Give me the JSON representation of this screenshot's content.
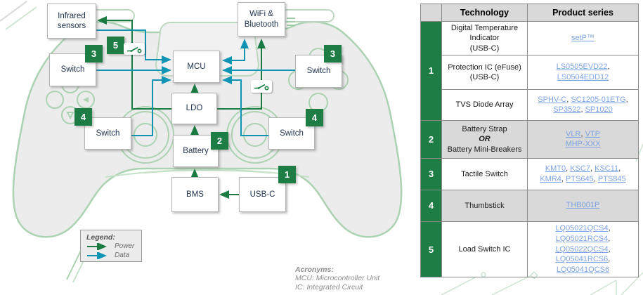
{
  "diagram": {
    "boxes": {
      "infrared": "Infrared sensors",
      "wifi": "WiFi & Bluetooth",
      "mcu": "MCU",
      "ldo": "LDO",
      "battery": "Battery",
      "bms": "BMS",
      "usbc": "USB-C",
      "switch": "Switch"
    },
    "badges": {
      "n1": "1",
      "n2": "2",
      "n3": "3",
      "n4": "4",
      "n5": "5"
    },
    "legend": {
      "title": "Legend:",
      "power_label": "Power",
      "data_label": "Data"
    },
    "acronyms": {
      "title": "Acronyms:",
      "mcu": "MCU: Microcontroller Unit",
      "ic": "IC: Integrated Circuit"
    },
    "colors": {
      "power": "#1a7a42",
      "data": "#1094b4",
      "badge_green": "#1e7d45",
      "link_blue": "#7ea4e3"
    }
  },
  "table": {
    "header": {
      "technology": "Technology",
      "product_series": "Product series"
    },
    "rows": [
      {
        "num": "1",
        "span": 3,
        "tech": [
          "Digital Temperature",
          "Indicator",
          "(USB-C)"
        ],
        "products": [
          [
            "setP™"
          ]
        ]
      },
      {
        "tech": [
          "Protection IC (eFuse)",
          "(USB-C)"
        ],
        "products": [
          [
            "LS0505EVD22"
          ],
          [
            "LS0504EDD12"
          ]
        ]
      },
      {
        "tech": [
          "TVS Diode Array"
        ],
        "products": [
          [
            "SPHV-C",
            "SC1205-01ETG"
          ],
          [
            "SP3522",
            "SP1020"
          ]
        ]
      },
      {
        "num": "2",
        "span": 1,
        "shade": true,
        "trailing_comma": false,
        "tech": [
          "Battery Strap",
          "OR",
          "Battery Mini-Breakers"
        ],
        "products": [
          [
            "VLR",
            "VTP"
          ],
          [
            "MHP-XXX"
          ]
        ]
      },
      {
        "num": "3",
        "span": 1,
        "tech": [
          "Tactile Switch"
        ],
        "products": [
          [
            "KMT0",
            "KSC7",
            "KSC11"
          ],
          [
            "KMR4",
            "PTS645",
            "PTS845"
          ]
        ]
      },
      {
        "num": "4",
        "span": 1,
        "shade": true,
        "tech": [
          "Thumbstick"
        ],
        "products": [
          [
            "THB001P"
          ]
        ]
      },
      {
        "num": "5",
        "span": 1,
        "tech": [
          "Load Switch IC"
        ],
        "products": [
          [
            "LQ05021QCS4"
          ],
          [
            "LQ05021RCS4"
          ],
          [
            "LQ05022QCS4"
          ],
          [
            "LQ05041RCS6"
          ],
          [
            "LQ05041QCS6"
          ]
        ]
      }
    ]
  }
}
